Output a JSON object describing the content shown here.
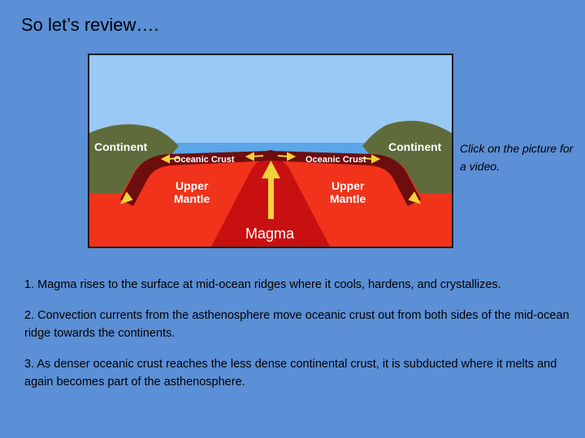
{
  "slide": {
    "title": "So let’s review….",
    "caption": "Click on the picture for a video."
  },
  "diagram": {
    "labels": {
      "continent_left": "Continent",
      "continent_right": "Continent",
      "oceanic_crust_left": "Oceanic Crust",
      "oceanic_crust_right": "Oceanic Crust",
      "upper_mantle_left": "Upper Mantle",
      "upper_mantle_right": "Upper Mantle",
      "magma": "Magma"
    },
    "colors": {
      "sky": "#99c9f5",
      "ocean": "#5aa6e8",
      "continent": "#5f6b3a",
      "mantle": "#f0331a",
      "magma_plume": "#c81010",
      "crust_band": "#6e0d0d",
      "arrow": "#f2d23a"
    }
  },
  "points": [
    "1.  Magma rises to the surface at mid-ocean ridges where it cools, hardens, and crystallizes.",
    "2.  Convection currents from the asthenosphere move oceanic crust out from both sides of the mid-ocean ridge towards the continents.",
    "3.  As denser oceanic crust reaches the less dense continental crust, it is subducted where it melts and again becomes part of the asthenosphere."
  ]
}
